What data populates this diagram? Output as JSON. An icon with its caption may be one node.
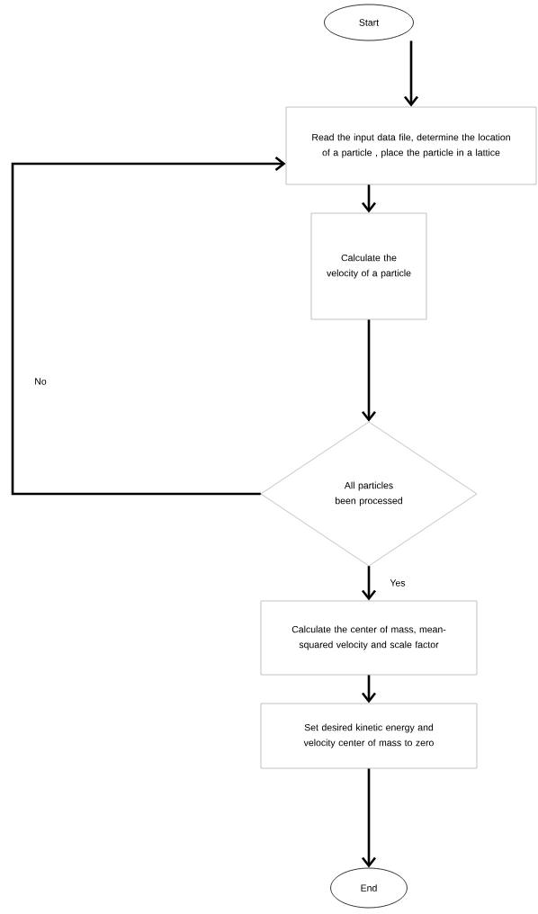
{
  "diagram": {
    "nodes": [
      {
        "text": [
          "Start"
        ]
      },
      {
        "text": [
          "Read the input data file, determine the location of a particle , place the particle in a lattice"
        ]
      },
      {
        "text": [
          "Calculate the velocity of a particle"
        ]
      },
      {
        "text": [
          "All particles been processed"
        ]
      },
      {
        "text": [
          "Calculate the center of mass, mean-squared velocity and scale factor"
        ]
      },
      {
        "text": [
          "Set desired kinetic energy and velocity center of mass to zero"
        ]
      },
      {
        "text": [
          "End"
        ]
      }
    ],
    "edges": [
      {
        "from": 0,
        "to": 1,
        "arrow": "to"
      },
      {
        "from": 1,
        "to": 2,
        "arrow": "to"
      },
      {
        "from": 2,
        "to": 3,
        "arrow": "to"
      },
      {
        "from": 3,
        "to": 1,
        "arrow": "to",
        "label": "No"
      },
      {
        "from": 3,
        "to": 4,
        "arrow": "to",
        "label": "Yes"
      },
      {
        "from": 4,
        "to": 5,
        "arrow": "to"
      },
      {
        "from": 5,
        "to": 6,
        "arrow": "to"
      }
    ]
  }
}
